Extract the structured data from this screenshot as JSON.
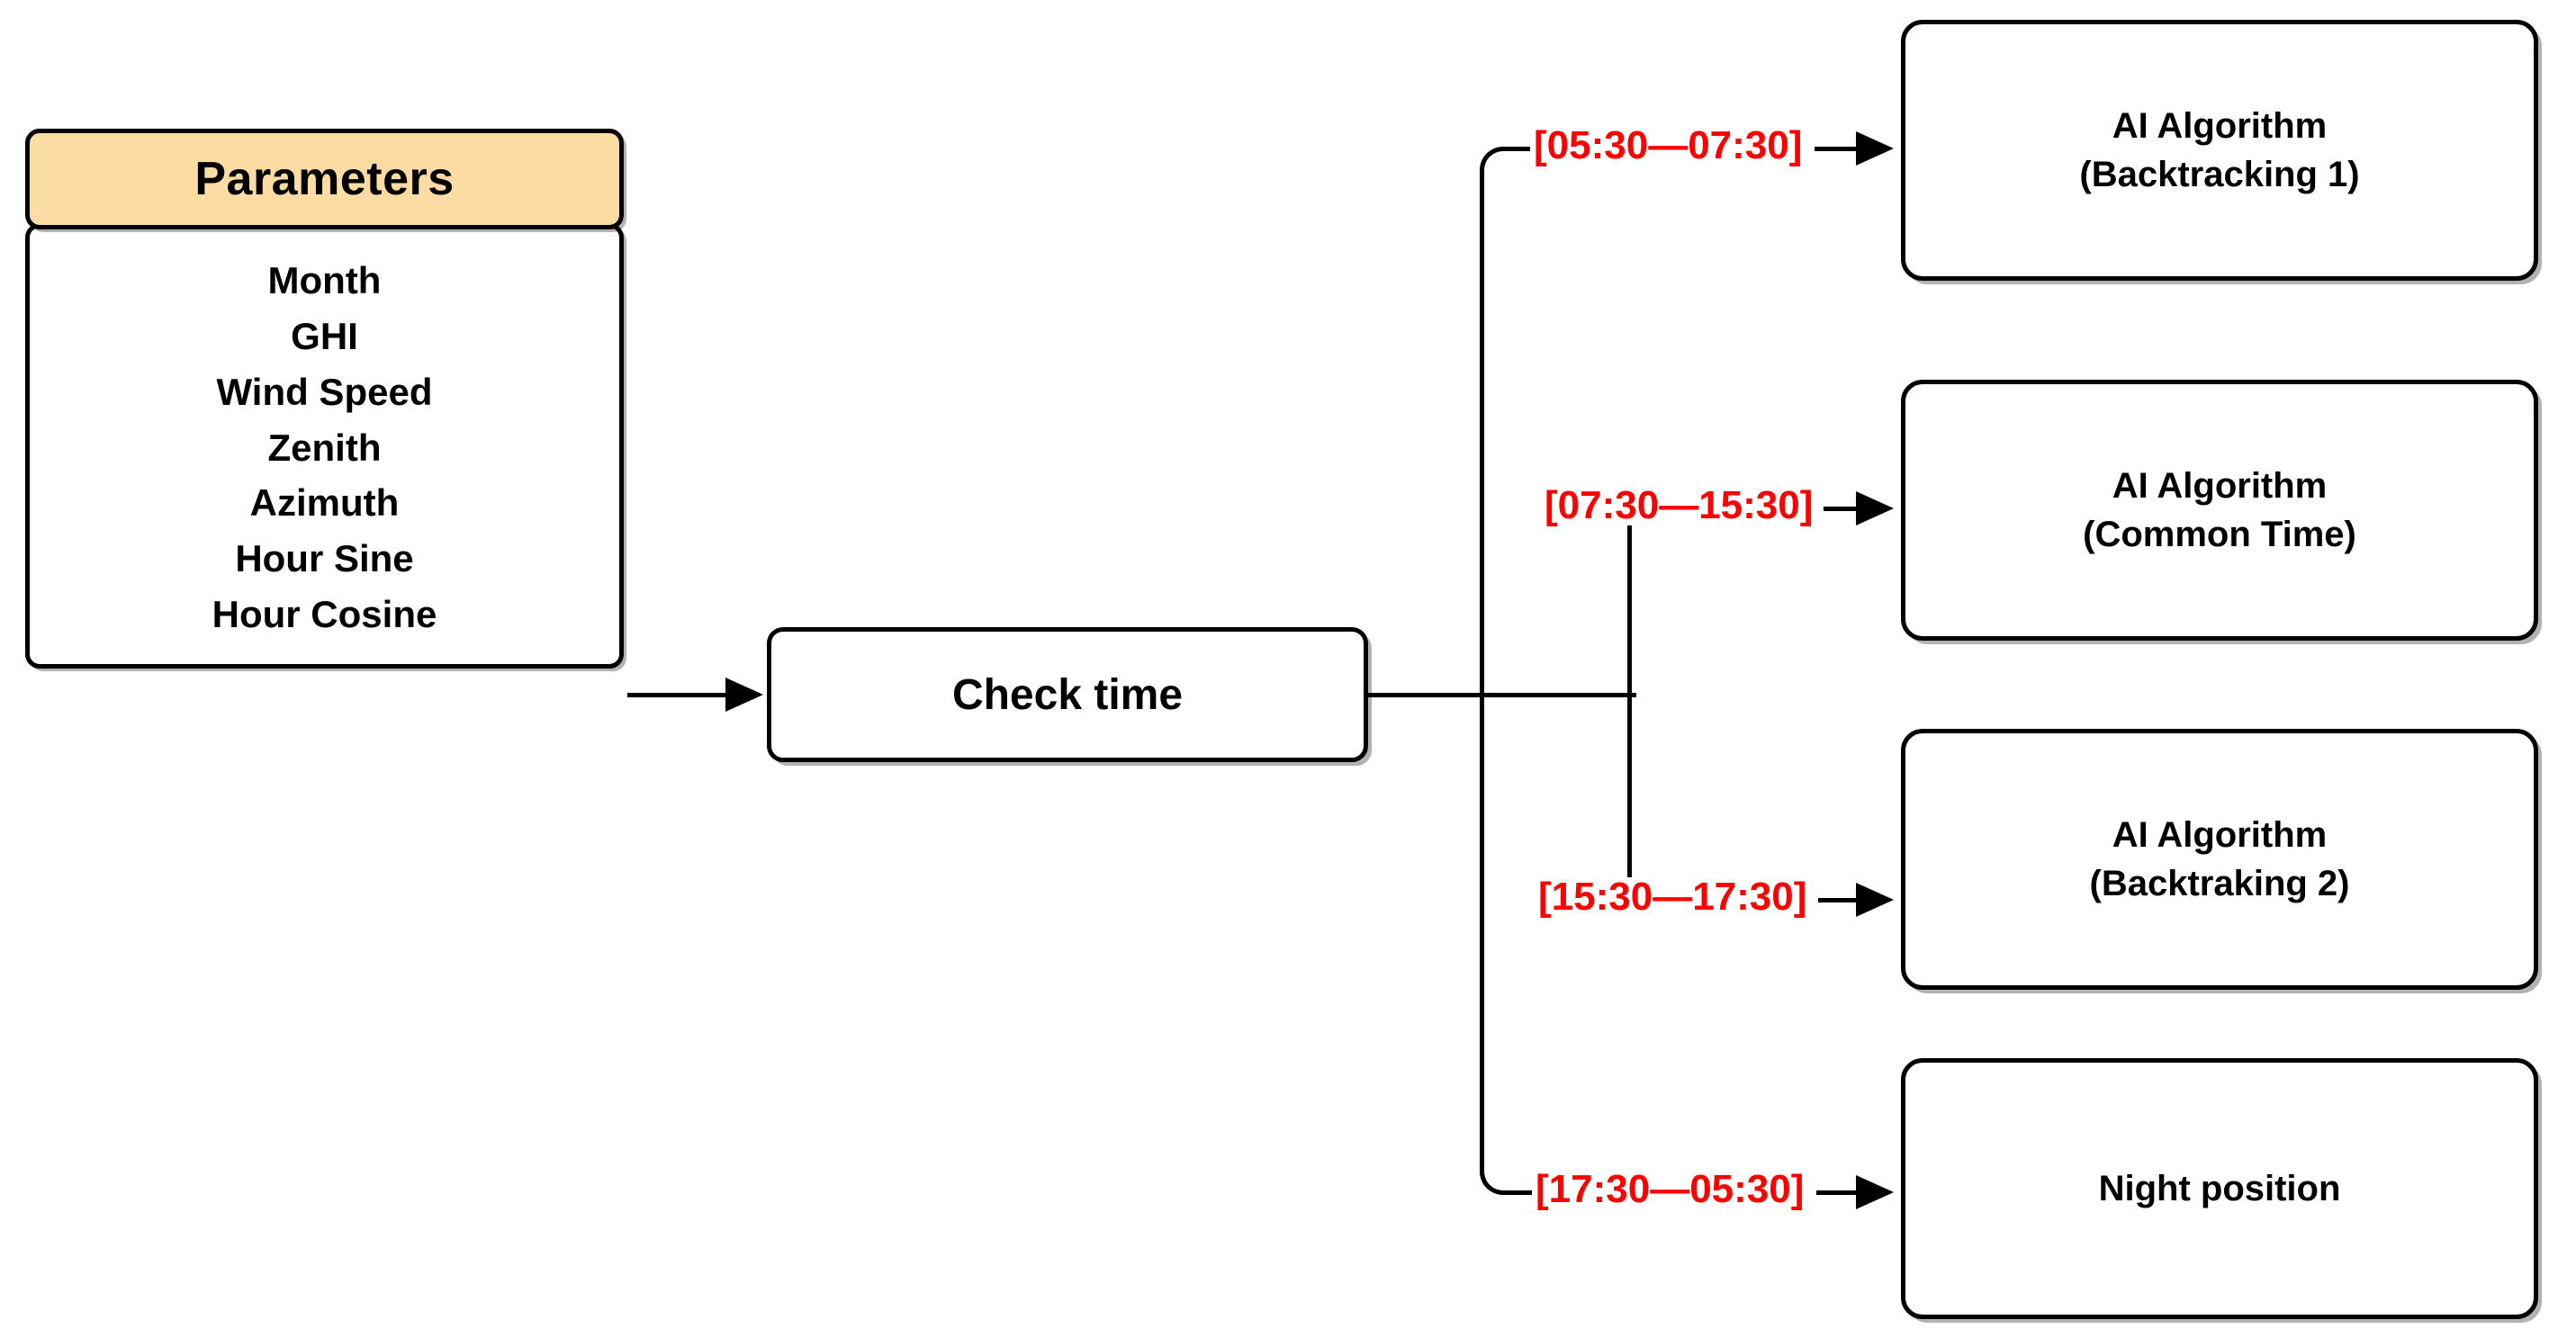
{
  "diagram": {
    "title": "Time-based AI algorithm dispatch flowchart",
    "colors": {
      "header_fill": "#FCDCA2",
      "node_stroke": "#000000",
      "node_fill": "#FFFFFF",
      "label_red": "#FF0000"
    }
  },
  "parameters_panel": {
    "header_label": "Parameters",
    "items": [
      {
        "label": "Month"
      },
      {
        "label": "GHI"
      },
      {
        "label": "Wind Speed"
      },
      {
        "label": "Zenith"
      },
      {
        "label": "Azimuth"
      },
      {
        "label": "Hour Sine"
      },
      {
        "label": "Hour Cosine"
      }
    ]
  },
  "decision": {
    "label": "Check time"
  },
  "branches": [
    {
      "range_label": "[05:30—07:30]",
      "target_line_1": "AI Algorithm",
      "target_line_2": "(Backtracking 1)"
    },
    {
      "range_label": "[07:30—15:30]",
      "target_line_1": "AI Algorithm",
      "target_line_2": "(Common Time)"
    },
    {
      "range_label": "[15:30—17:30]",
      "target_line_1": "AI Algorithm",
      "target_line_2": "(Backtraking 2)"
    },
    {
      "range_label": "[17:30—05:30]",
      "target_line_1": "Night position",
      "target_line_2": ""
    }
  ]
}
